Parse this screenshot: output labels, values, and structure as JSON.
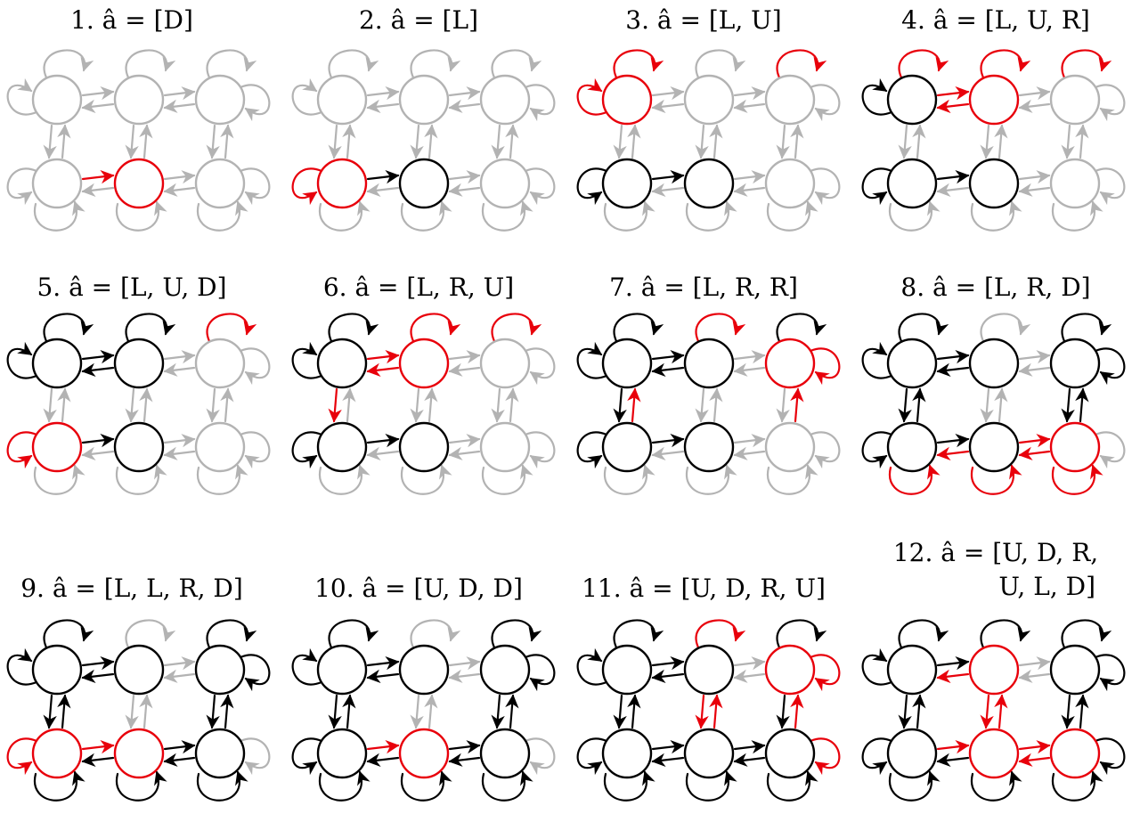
{
  "figure": {
    "colors": {
      "unvisited": "#b3b3b3",
      "visited": "#000000",
      "current": "#e8000b"
    },
    "panels": [
      {
        "label": [
          "1.  â = [D]"
        ],
        "graph": [
          [
            "g",
            "g",
            "g",
            "g",
            "g",
            "g",
            "g",
            "g",
            "g",
            "g"
          ],
          [
            "g",
            "g",
            "g",
            "g",
            "g",
            "g",
            "g",
            "g",
            "g",
            "g"
          ],
          [
            "g",
            "g",
            "g",
            "g",
            "g",
            "g",
            "g",
            "g",
            "g",
            "g"
          ],
          [
            "g",
            "g",
            "g",
            "g",
            "g",
            "g",
            "g",
            "g",
            "g",
            "g"
          ],
          [
            "g",
            "r",
            "g",
            "g",
            "r",
            "g",
            "g",
            "g",
            "g",
            "g"
          ],
          [
            "g",
            "g",
            "g",
            "g",
            "g",
            "g",
            "g",
            "g",
            "g",
            "g"
          ]
        ]
      },
      {
        "label": [
          "2.  â = [L]"
        ],
        "graph": [
          [
            "g",
            "g",
            "g",
            "g",
            "g",
            "g",
            "g",
            "g",
            "g",
            "g"
          ],
          [
            "g",
            "g",
            "g",
            "g",
            "g",
            "g",
            "g",
            "g",
            "g",
            "g"
          ],
          [
            "g",
            "g",
            "g",
            "g",
            "g",
            "g",
            "g",
            "g",
            "g",
            "g"
          ],
          [
            "r",
            "g",
            "g",
            "g",
            "g",
            "g",
            "r",
            "g",
            "g",
            "g"
          ],
          [
            "g",
            "k",
            "g",
            "g",
            "k",
            "g",
            "g",
            "g",
            "g",
            "g"
          ],
          [
            "g",
            "g",
            "g",
            "g",
            "g",
            "g",
            "g",
            "g",
            "g",
            "g"
          ]
        ]
      },
      {
        "label": [
          "3.  â = [L, U]"
        ],
        "graph": [
          [
            "r",
            "r",
            "g",
            "g",
            "g",
            "g",
            "r",
            "g",
            "g",
            "g"
          ],
          [
            "g",
            "g",
            "g",
            "g",
            "g",
            "g",
            "g",
            "g",
            "g",
            "g"
          ],
          [
            "g",
            "g",
            "g",
            "g",
            "g",
            "g",
            "g",
            "g",
            "g",
            "g"
          ],
          [
            "k",
            "g",
            "g",
            "g",
            "g",
            "g",
            "k",
            "g",
            "g",
            "g"
          ],
          [
            "g",
            "k",
            "g",
            "g",
            "k",
            "g",
            "g",
            "g",
            "g",
            "g"
          ],
          [
            "g",
            "g",
            "g",
            "g",
            "g",
            "g",
            "g",
            "g",
            "g",
            "g"
          ]
        ]
      },
      {
        "label": [
          "4.  â = [L, U, R]"
        ],
        "graph": [
          [
            "k",
            "r",
            "g",
            "g",
            "r",
            "r",
            "r",
            "g",
            "g",
            "g"
          ],
          [
            "g",
            "g",
            "g",
            "g",
            "r",
            "g",
            "r",
            "g",
            "g",
            "g"
          ],
          [
            "g",
            "g",
            "g",
            "g",
            "g",
            "g",
            "g",
            "g",
            "g",
            "g"
          ],
          [
            "k",
            "g",
            "g",
            "g",
            "g",
            "g",
            "k",
            "g",
            "g",
            "g"
          ],
          [
            "g",
            "k",
            "g",
            "g",
            "k",
            "g",
            "g",
            "g",
            "g",
            "g"
          ],
          [
            "g",
            "g",
            "g",
            "g",
            "g",
            "g",
            "g",
            "g",
            "g",
            "g"
          ]
        ]
      },
      {
        "label": [
          "5.  â = [L, U, D]"
        ],
        "graph": [
          [
            "k",
            "k",
            "r",
            "r",
            "k",
            "k",
            "r",
            "g",
            "g",
            "g"
          ],
          [
            "g",
            "g",
            "g",
            "g",
            "k",
            "g",
            "k",
            "g",
            "g",
            "g"
          ],
          [
            "g",
            "g",
            "g",
            "g",
            "g",
            "g",
            "g",
            "g",
            "g",
            "g"
          ],
          [
            "r",
            "g",
            "g",
            "g",
            "g",
            "g",
            "r",
            "g",
            "g",
            "g"
          ],
          [
            "g",
            "k",
            "g",
            "g",
            "k",
            "g",
            "g",
            "g",
            "g",
            "g"
          ],
          [
            "g",
            "g",
            "g",
            "g",
            "g",
            "g",
            "g",
            "g",
            "g",
            "g"
          ]
        ]
      },
      {
        "label": [
          "6.  â = [L, R, U]"
        ],
        "graph": [
          [
            "k",
            "k",
            "k",
            "k",
            "r",
            "r",
            "r",
            "g",
            "g",
            "g"
          ],
          [
            "r",
            "g",
            "g",
            "g",
            "r",
            "g",
            "r",
            "g",
            "g",
            "g"
          ],
          [
            "g",
            "g",
            "g",
            "g",
            "g",
            "g",
            "g",
            "g",
            "g",
            "g"
          ],
          [
            "k",
            "g",
            "g",
            "g",
            "g",
            "g",
            "k",
            "g",
            "g",
            "g"
          ],
          [
            "g",
            "k",
            "g",
            "g",
            "k",
            "g",
            "g",
            "g",
            "g",
            "g"
          ],
          [
            "g",
            "g",
            "g",
            "g",
            "g",
            "g",
            "g",
            "g",
            "g",
            "g"
          ]
        ]
      },
      {
        "label": [
          "7.  â = [L, R, R]"
        ],
        "graph": [
          [
            "k",
            "k",
            "k",
            "k",
            "k",
            "r",
            "k",
            "g",
            "g",
            "g"
          ],
          [
            "k",
            "r",
            "g",
            "g",
            "k",
            "g",
            "r",
            "g",
            "g",
            "g"
          ],
          [
            "g",
            "g",
            "g",
            "g",
            "g",
            "g",
            "g",
            "g",
            "g",
            "r"
          ],
          [
            "k",
            "g",
            "g",
            "g",
            "g",
            "g",
            "k",
            "g",
            "g",
            "g"
          ],
          [
            "g",
            "k",
            "g",
            "g",
            "k",
            "g",
            "g",
            "g",
            "g",
            "g"
          ],
          [
            "g",
            "g",
            "g",
            "g",
            "g",
            "g",
            "g",
            "g",
            "g",
            "g"
          ]
        ]
      },
      {
        "label": [
          "8.  â = [L, R, D]"
        ],
        "graph": [
          [
            "k",
            "k",
            "k",
            "k",
            "k",
            "g",
            "k",
            "g",
            "g",
            "g"
          ],
          [
            "k",
            "k",
            "g",
            "g",
            "k",
            "g",
            "k",
            "g",
            "g",
            "g"
          ],
          [
            "g",
            "g",
            "g",
            "g",
            "g",
            "g",
            "g",
            "k",
            "g",
            "k"
          ],
          [
            "k",
            "g",
            "g",
            "g",
            "g",
            "g",
            "k",
            "g",
            "g",
            "g"
          ],
          [
            "g",
            "k",
            "g",
            "g",
            "k",
            "r",
            "g",
            "g",
            "r",
            "g"
          ],
          [
            "g",
            "g",
            "g",
            "r",
            "g",
            "r",
            "r",
            "g",
            "g",
            "g"
          ]
        ]
      },
      {
        "label": [
          "9.  â = [L, L, R, D]"
        ],
        "graph": [
          [
            "k",
            "k",
            "k",
            "k",
            "k",
            "g",
            "k",
            "g",
            "g",
            "g"
          ],
          [
            "k",
            "k",
            "g",
            "g",
            "k",
            "g",
            "k",
            "g",
            "g",
            "g"
          ],
          [
            "g",
            "g",
            "g",
            "g",
            "g",
            "g",
            "g",
            "k",
            "g",
            "k"
          ],
          [
            "r",
            "g",
            "r",
            "g",
            "g",
            "g",
            "r",
            "k",
            "g",
            "g"
          ],
          [
            "g",
            "g",
            "g",
            "g",
            "r",
            "k",
            "g",
            "g",
            "k",
            "g"
          ],
          [
            "g",
            "g",
            "g",
            "k",
            "g",
            "k",
            "k",
            "g",
            "g",
            "g"
          ]
        ]
      },
      {
        "label": [
          "10.  â = [U, D, D]"
        ],
        "graph": [
          [
            "k",
            "k",
            "r",
            "r",
            "k",
            "g",
            "k",
            "g",
            "g",
            "g"
          ],
          [
            "k",
            "k",
            "g",
            "g",
            "k",
            "g",
            "k",
            "g",
            "g",
            "g"
          ],
          [
            "g",
            "g",
            "g",
            "g",
            "g",
            "g",
            "g",
            "k",
            "g",
            "k"
          ],
          [
            "k",
            "g",
            "k",
            "g",
            "g",
            "g",
            "k",
            "k",
            "g",
            "g"
          ],
          [
            "g",
            "g",
            "g",
            "g",
            "r",
            "k",
            "g",
            "g",
            "k",
            "g"
          ],
          [
            "g",
            "g",
            "g",
            "k",
            "g",
            "k",
            "k",
            "g",
            "g",
            "g"
          ]
        ]
      },
      {
        "label": [
          "11.  â = [U, D, R, U]"
        ],
        "graph": [
          [
            "k",
            "k",
            "k",
            "k",
            "k",
            "r",
            "k",
            "g",
            "g",
            "g"
          ],
          [
            "k",
            "k",
            "g",
            "g",
            "k",
            "g",
            "k",
            "g",
            "g",
            "g"
          ],
          [
            "g",
            "g",
            "g",
            "r",
            "g",
            "g",
            "g",
            "k",
            "g",
            "r"
          ],
          [
            "k",
            "g",
            "k",
            "g",
            "g",
            "g",
            "k",
            "k",
            "g",
            "g"
          ],
          [
            "g",
            "g",
            "g",
            "g",
            "k",
            "k",
            "g",
            "g",
            "k",
            "g"
          ],
          [
            "g",
            "g",
            "g",
            "k",
            "g",
            "k",
            "k",
            "r",
            "g",
            "g"
          ]
        ]
      },
      {
        "label": [
          "12.  â = [U, D, R,",
          "U, L, D]"
        ],
        "graph": [
          [
            "k",
            "k",
            "k",
            "k",
            "k",
            "k",
            "k",
            "g",
            "g",
            "g"
          ],
          [
            "k",
            "k",
            "r",
            "r",
            "r",
            "r",
            "k",
            "g",
            "g",
            "g"
          ],
          [
            "g",
            "g",
            "g",
            "r",
            "g",
            "g",
            "g",
            "k",
            "g",
            "k"
          ],
          [
            "k",
            "g",
            "k",
            "g",
            "g",
            "g",
            "k",
            "k",
            "g",
            "g"
          ],
          [
            "g",
            "g",
            "g",
            "g",
            "r",
            "k",
            "g",
            "g",
            "r",
            "g"
          ],
          [
            "g",
            "g",
            "g",
            "k",
            "g",
            "k",
            "k",
            "k",
            "g",
            "g"
          ]
        ]
      }
    ]
  }
}
